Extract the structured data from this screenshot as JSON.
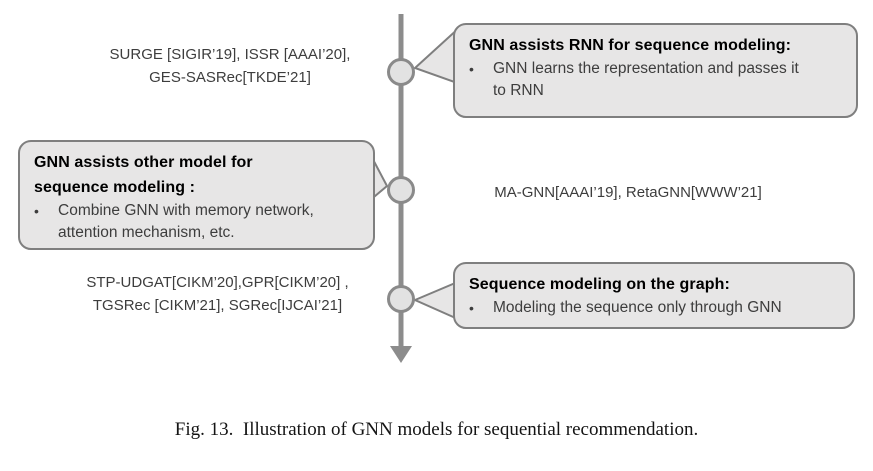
{
  "figure_caption": "Fig. 13.  Illustration of GNN models for sequential recommendation.",
  "bullet_char": "•",
  "labels": {
    "top_left": {
      "line1": "SURGE [SIGIR’19], ISSR [AAAI’20],",
      "line2": "GES-SASRec[TKDE’21]"
    },
    "middle_right": "MA-GNN[AAAI’19], RetaGNN[WWW’21]",
    "bottom_left": {
      "line1": "STP-UDGAT[CIKM’20],GPR[CIKM’20] ,",
      "line2": "TGSRec [CIKM’21], SGRec[IJCAI’21]"
    }
  },
  "callouts": {
    "top_right": {
      "title": "GNN assists RNN for sequence modeling:",
      "bullet": "GNN learns the representation and passes it to RNN"
    },
    "middle_left": {
      "title_line1": "GNN assists other model for",
      "title_line2": "sequence modeling :",
      "bullet": "Combine GNN with memory network, attention mechanism, etc."
    },
    "bottom_right": {
      "title": "Sequence modeling on the graph:",
      "bullet": "Modeling the sequence only through GNN"
    }
  },
  "timeline": {
    "node_count": 3,
    "direction": "down"
  },
  "colors": {
    "bubble_fill": "#e7e6e6",
    "bubble_border": "#7f7f7f",
    "line": "#8c8c8c",
    "node_fill": "#e2e2e2",
    "node_border": "#8a8a8a",
    "label_text": "#3d3d3d",
    "heading_text": "#000000",
    "caption_text": "#141414"
  }
}
